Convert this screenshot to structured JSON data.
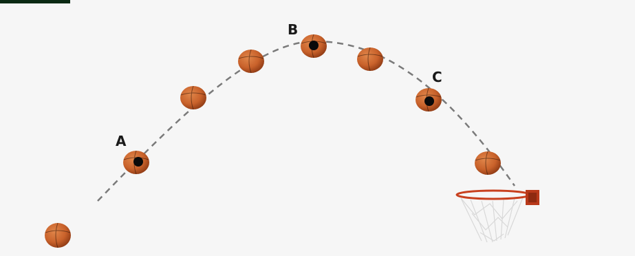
{
  "labels": {
    "a": "A",
    "b": "B",
    "c": "C"
  },
  "colors": {
    "background": "#f6f6f6",
    "corner_bar": "#0b2a13",
    "trajectory": "#7a7a7a",
    "ball": "#c9622b",
    "ball_dark": "#8e3a14",
    "ball_seam": "#3b1a0a",
    "marker": "#0a0a0a",
    "rim": "#c8401e",
    "net": "#d8d8d8"
  }
}
